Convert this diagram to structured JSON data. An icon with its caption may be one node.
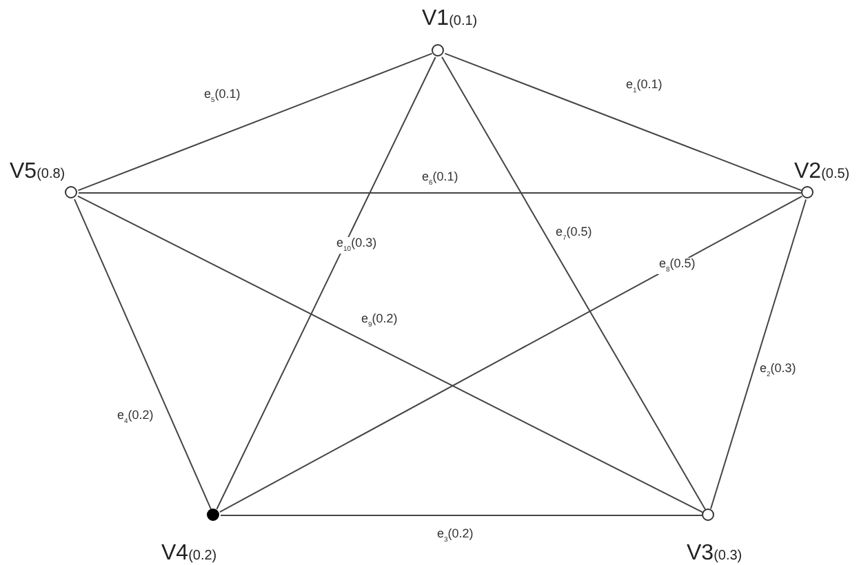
{
  "diagram": {
    "nodes": [
      {
        "text": [
          "V1$_{(0.1)}$"
        ]
      },
      {
        "text": [
          "V2$_{(0.5)}$"
        ]
      },
      {
        "text": [
          "V3$_{(0.3)}$"
        ]
      },
      {
        "text": [
          "V4$_{(0.2)}$"
        ]
      },
      {
        "text": [
          "V5$_{(0.8)}$"
        ]
      }
    ],
    "edges": [
      {
        "from": 0,
        "to": 1,
        "arrow": "none",
        "label": "e$_{1}$(0.1)"
      },
      {
        "from": 1,
        "to": 2,
        "arrow": "none",
        "label": "e$_{2}$(0.3)"
      },
      {
        "from": 2,
        "to": 3,
        "arrow": "none",
        "label": "e$_{3}$(0.2)"
      },
      {
        "from": 3,
        "to": 4,
        "arrow": "none",
        "label": "e$_{4}$(0.2)"
      },
      {
        "from": 4,
        "to": 0,
        "arrow": "none",
        "label": "e$_{5}$(0.1)"
      },
      {
        "from": 4,
        "to": 1,
        "arrow": "none",
        "label": "e$_{6}$(0.1)"
      },
      {
        "from": 0,
        "to": 2,
        "arrow": "none",
        "label": "e$_{7}$(0.5)"
      },
      {
        "from": 1,
        "to": 3,
        "arrow": "none",
        "label": "e$_{8}$(0.5)"
      },
      {
        "from": 2,
        "to": 4,
        "arrow": "none",
        "label": "e$_{9}$(0.2)"
      },
      {
        "from": 0,
        "to": 3,
        "arrow": "none",
        "label": "e$_{10}$(0.3)"
      }
    ]
  }
}
